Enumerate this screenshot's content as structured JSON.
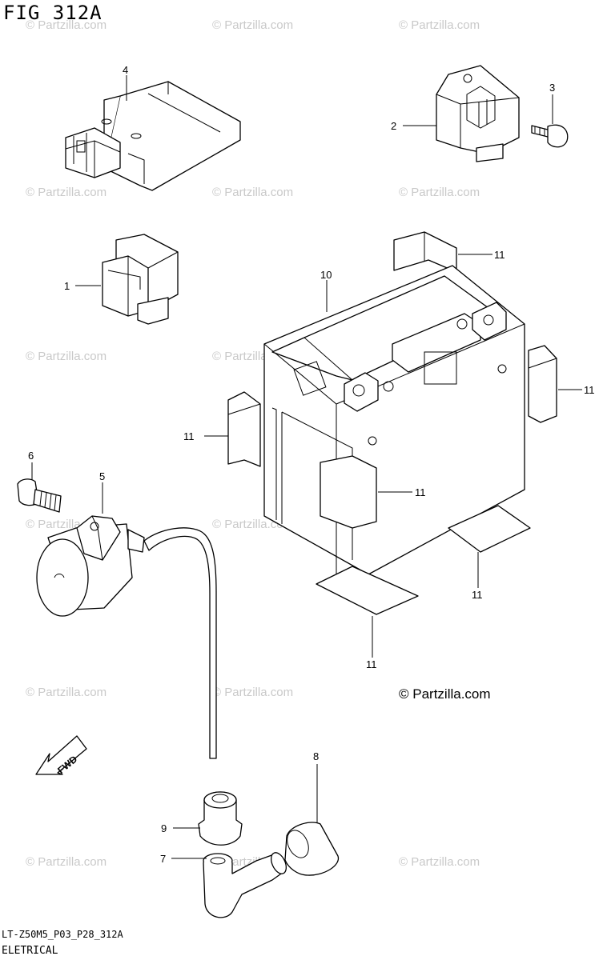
{
  "diagram": {
    "title": "FIG 312A",
    "reference_code": "LT-Z50M5_P03_P28_312A",
    "section_name": "ELETRICAL",
    "copyright": "© Partzilla.com",
    "watermark_text": "© Partzilla.com",
    "fwd_arrow_label": "FWD",
    "callouts": [
      {
        "number": "1",
        "part": "relay"
      },
      {
        "number": "2",
        "part": "regulator"
      },
      {
        "number": "3",
        "part": "bolt"
      },
      {
        "number": "4",
        "part": "control-unit"
      },
      {
        "number": "5",
        "part": "ignition-coil"
      },
      {
        "number": "6",
        "part": "bolt"
      },
      {
        "number": "7",
        "part": "spark-plug-cap"
      },
      {
        "number": "8",
        "part": "cap-cover"
      },
      {
        "number": "9",
        "part": "grommet"
      },
      {
        "number": "10",
        "part": "battery"
      },
      {
        "number": "11",
        "part": "battery-pad"
      },
      {
        "number": "11",
        "part": "battery-pad"
      },
      {
        "number": "11",
        "part": "battery-pad"
      },
      {
        "number": "11",
        "part": "battery-pad"
      },
      {
        "number": "11",
        "part": "battery-pad"
      },
      {
        "number": "11",
        "part": "battery-pad"
      }
    ]
  },
  "colors": {
    "line": "#000000",
    "background": "#ffffff",
    "watermark": "#c9c9c9"
  }
}
